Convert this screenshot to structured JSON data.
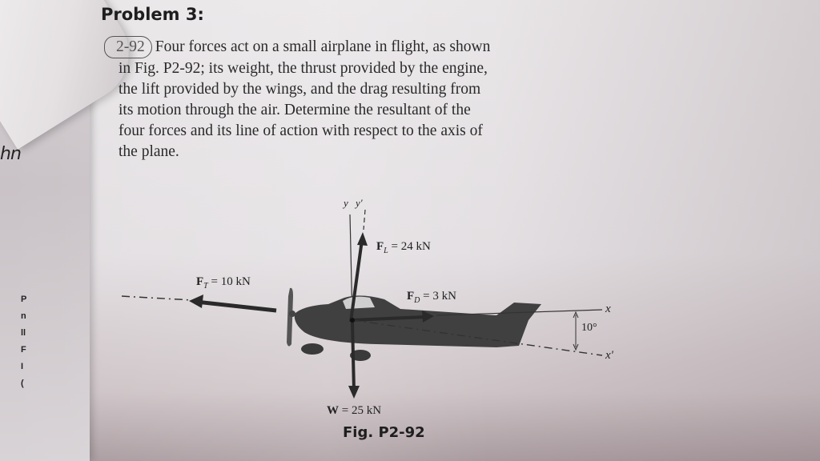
{
  "margin": {
    "handwriting": "hn",
    "letters": [
      "P",
      "n",
      "ll",
      "F",
      "I",
      "("
    ]
  },
  "problem": {
    "title": "Problem 3:",
    "number": "2-92",
    "lines": [
      "Four forces act on a small airplane in flight, as shown",
      "in Fig. P2-92; its weight, the thrust provided by the engine,",
      "the lift provided by the wings, and the drag resulting from",
      "its motion through the air. Determine the resultant of the",
      "four forces and its line of action with respect to the axis of",
      "the plane."
    ]
  },
  "figure": {
    "caption": "Fig. P2-92",
    "axes": {
      "y": "y",
      "y_prime": "y'",
      "x": "x",
      "x_prime": "x'"
    },
    "angle_label": "10°",
    "forces": {
      "lift": {
        "symbol": "F",
        "sub": "L",
        "value": "= 24 kN"
      },
      "thrust": {
        "symbol": "F",
        "sub": "T",
        "value": "= 10 kN"
      },
      "drag": {
        "symbol": "F",
        "sub": "D",
        "value": "= 3 kN"
      },
      "weight": {
        "symbol": "W",
        "value": "= 25 kN"
      }
    }
  }
}
